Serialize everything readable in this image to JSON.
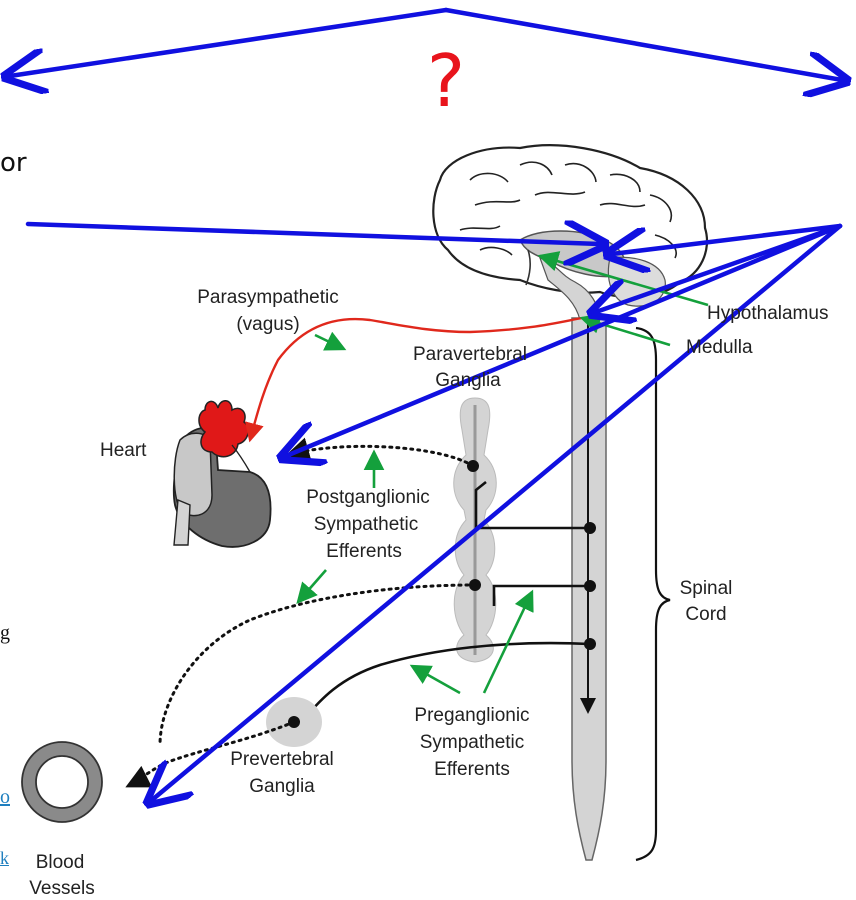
{
  "question_mark": "?",
  "labels": {
    "parasympathetic": "Parasympathetic",
    "vagus": "(vagus)",
    "hypothalamus": "Hypothalamus",
    "medulla": "Medulla",
    "paravertebral_1": "Paravertebral",
    "paravertebral_2": "Ganglia",
    "heart": "Heart",
    "postganglionic_1": "Postganglionic",
    "postganglionic_2": "Sympathetic",
    "postganglionic_3": "Efferents",
    "spinal_1": "Spinal",
    "spinal_2": "Cord",
    "preganglionic_1": "Preganglionic",
    "preganglionic_2": "Sympathetic",
    "preganglionic_3": "Efferents",
    "prevertebral_1": "Prevertebral",
    "prevertebral_2": "Ganglia",
    "blood_1": "Blood",
    "blood_2": "Vessels"
  },
  "cropped_text": {
    "left_or": "or",
    "left_g": "g",
    "left_link": "o",
    "left_k": "k"
  },
  "colors": {
    "blue_arrow": "#1010e0",
    "red_question": "#e8141c",
    "green_arrow": "#14a03c",
    "red_vagus": "#e0281c",
    "heart_red": "#e01818",
    "organ_gray": "#d4d4d4",
    "dark_gray": "#6e6e6e"
  }
}
